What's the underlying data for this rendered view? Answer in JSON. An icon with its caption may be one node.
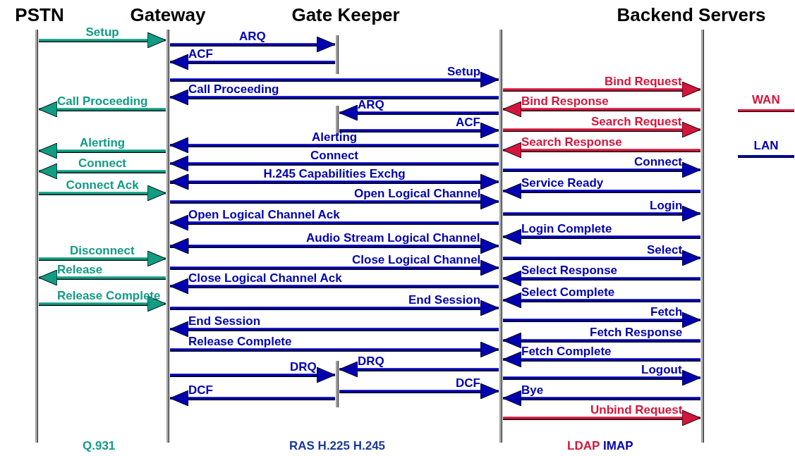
{
  "diagram": {
    "nodes": [
      {
        "text": [
          "PSTN"
        ]
      },
      {
        "text": [
          "Gateway"
        ]
      },
      {
        "text": [
          "Gate Keeper"
        ]
      },
      {
        "text": [],
        "shape": "line"
      },
      {
        "text": [
          "Backend Servers"
        ]
      },
      {
        "text": [],
        "shape": "line"
      },
      {
        "text": [],
        "shape": "line"
      }
    ],
    "edges": [
      {
        "from": 0,
        "to": 1,
        "arrow": "to",
        "label": "Setup",
        "color": "#119c84"
      },
      {
        "from": 1,
        "to": 2,
        "arrow": "to",
        "label": "ARQ"
      },
      {
        "from": 2,
        "to": 1,
        "arrow": "to",
        "label": "ACF"
      },
      {
        "from": 1,
        "to": 3,
        "arrow": "to",
        "label": "Setup"
      },
      {
        "from": 3,
        "to": 4,
        "arrow": "to",
        "label": "Bind Request",
        "color": "#d4163c"
      },
      {
        "from": 3,
        "to": 1,
        "arrow": "to",
        "label": "Call Proceeding"
      },
      {
        "from": 1,
        "to": 0,
        "arrow": "to",
        "label": "Call Proceeding",
        "color": "#119c84"
      },
      {
        "from": 4,
        "to": 3,
        "arrow": "to",
        "label": "Bind Response",
        "color": "#d4163c"
      },
      {
        "from": 3,
        "to": 5,
        "arrow": "to",
        "label": "ARQ"
      },
      {
        "from": 3,
        "to": 4,
        "arrow": "to",
        "label": "Search Request",
        "color": "#d4163c"
      },
      {
        "from": 5,
        "to": 3,
        "arrow": "to",
        "label": "ACF"
      },
      {
        "from": 3,
        "to": 1,
        "arrow": "to",
        "label": "Alerting"
      },
      {
        "from": 4,
        "to": 3,
        "arrow": "to",
        "label": "Search Response",
        "color": "#d4163c"
      },
      {
        "from": 1,
        "to": 0,
        "arrow": "to",
        "label": "Alerting",
        "color": "#119c84"
      },
      {
        "from": 3,
        "to": 1,
        "arrow": "to",
        "label": "Connect"
      },
      {
        "from": 3,
        "to": 4,
        "arrow": "to",
        "label": "Connect"
      },
      {
        "from": 1,
        "to": 0,
        "arrow": "to",
        "label": "Connect",
        "color": "#119c84"
      },
      {
        "from": 1,
        "to": 3,
        "arrow": "both",
        "label": "H.245 Capabilities Exchg"
      },
      {
        "from": 4,
        "to": 3,
        "arrow": "to",
        "label": "Service Ready"
      },
      {
        "from": 0,
        "to": 1,
        "arrow": "to",
        "label": "Connect Ack",
        "color": "#119c84"
      },
      {
        "from": 1,
        "to": 3,
        "arrow": "to",
        "label": "Open Logical Channel"
      },
      {
        "from": 3,
        "to": 4,
        "arrow": "to",
        "label": "Login"
      },
      {
        "from": 3,
        "to": 1,
        "arrow": "to",
        "label": "Open Logical Channel Ack"
      },
      {
        "from": 4,
        "to": 3,
        "arrow": "to",
        "label": "Login Complete"
      },
      {
        "from": 1,
        "to": 3,
        "arrow": "both",
        "label": "Audio Stream Logical Channel"
      },
      {
        "from": 0,
        "to": 1,
        "arrow": "to",
        "label": "Disconnect",
        "color": "#119c84"
      },
      {
        "from": 3,
        "to": 4,
        "arrow": "to",
        "label": "Select"
      },
      {
        "from": 1,
        "to": 3,
        "arrow": "to",
        "label": "Close Logical Channel"
      },
      {
        "from": 1,
        "to": 0,
        "arrow": "to",
        "label": "Release",
        "color": "#119c84"
      },
      {
        "from": 4,
        "to": 3,
        "arrow": "to",
        "label": "Select Response"
      },
      {
        "from": 3,
        "to": 1,
        "arrow": "to",
        "label": "Close Logical Channel Ack"
      },
      {
        "from": 4,
        "to": 3,
        "arrow": "to",
        "label": "Select Complete"
      },
      {
        "from": 0,
        "to": 1,
        "arrow": "to",
        "label": "Release Complete",
        "color": "#119c84"
      },
      {
        "from": 1,
        "to": 3,
        "arrow": "to",
        "label": "End Session"
      },
      {
        "from": 3,
        "to": 4,
        "arrow": "to",
        "label": "Fetch"
      },
      {
        "from": 3,
        "to": 1,
        "arrow": "to",
        "label": "End Session"
      },
      {
        "from": 4,
        "to": 3,
        "arrow": "to",
        "label": "Fetch Response"
      },
      {
        "from": 1,
        "to": 3,
        "arrow": "to",
        "label": "Release Complete"
      },
      {
        "from": 4,
        "to": 3,
        "arrow": "to",
        "label": "Fetch Complete"
      },
      {
        "from": 3,
        "to": 6,
        "arrow": "to",
        "label": "DRQ"
      },
      {
        "from": 1,
        "to": 6,
        "arrow": "to",
        "label": "DRQ"
      },
      {
        "from": 3,
        "to": 4,
        "arrow": "to",
        "label": "Logout"
      },
      {
        "from": 6,
        "to": 3,
        "arrow": "to",
        "label": "DCF"
      },
      {
        "from": 6,
        "to": 1,
        "arrow": "to",
        "label": "DCF"
      },
      {
        "from": 4,
        "to": 3,
        "arrow": "to",
        "label": "Bye"
      },
      {
        "from": 3,
        "to": 4,
        "arrow": "to",
        "label": "Unbind Request",
        "color": "#d4163c"
      }
    ],
    "labels": [
      "Q.931",
      "RAS H.225 H.245",
      "LDAP",
      "IMAP"
    ],
    "legend": [
      {
        "text": "WAN",
        "color": "#d4163c"
      },
      {
        "text": "LAN",
        "color": "#0000b0"
      }
    ]
  }
}
